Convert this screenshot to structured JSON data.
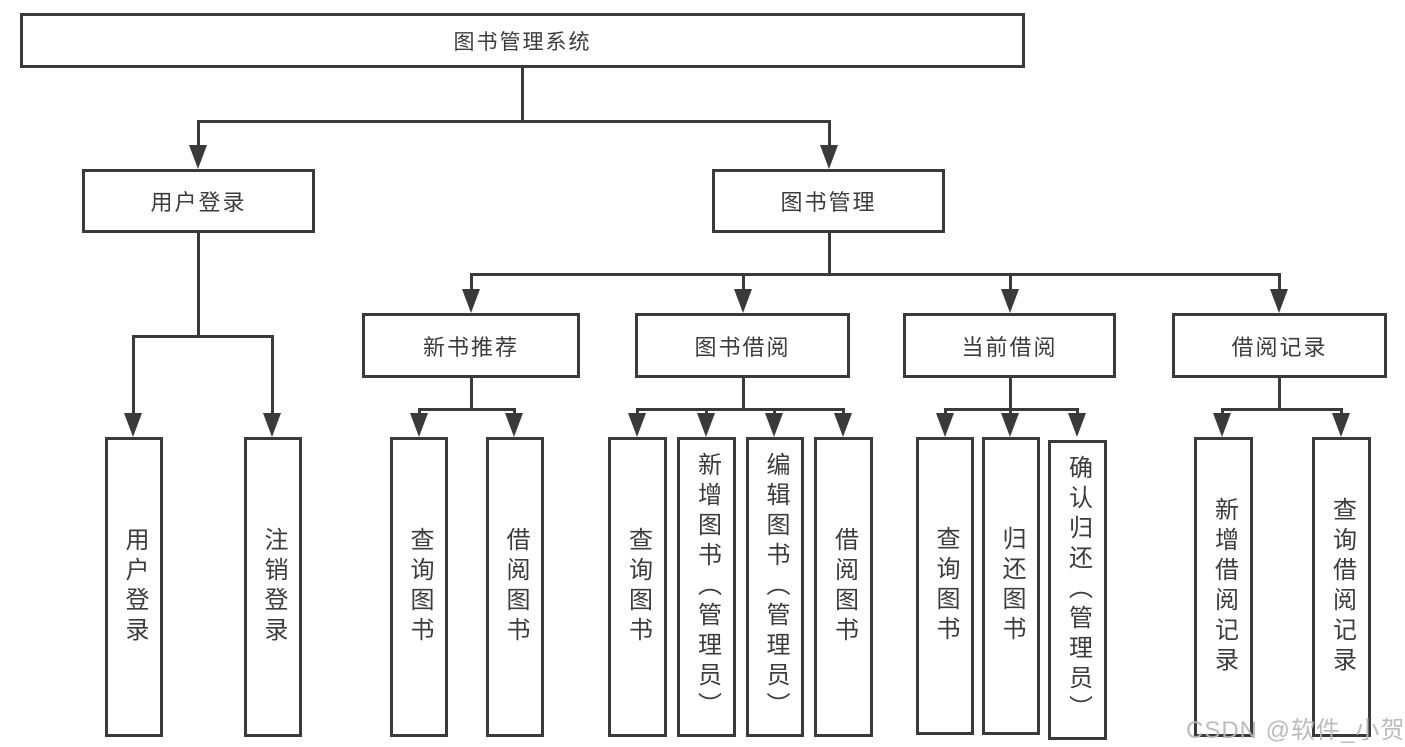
{
  "title": {
    "label": "图书管理系统"
  },
  "branches": {
    "user": {
      "label": "用户登录",
      "children": [
        "用户登录",
        "注销登录"
      ]
    },
    "book": {
      "label": "图书管理",
      "sections": [
        {
          "label": "新书推荐",
          "children": [
            "查询图书",
            "借阅图书"
          ]
        },
        {
          "label": "图书借阅",
          "children": [
            "查询图书",
            "新增图书（管理员）",
            "编辑图书（管理员）",
            "借阅图书"
          ]
        },
        {
          "label": "当前借阅",
          "children": [
            "查询图书",
            "归还图书",
            "确认归还（管理员）"
          ]
        },
        {
          "label": "借阅记录",
          "children": [
            "新增借阅记录",
            "查询借阅记录"
          ]
        }
      ]
    }
  },
  "watermark": {
    "text": "CSDN @软件_小贺同学"
  },
  "colors": {
    "line": "#3a3a3a",
    "text": "#3c3c3c",
    "watermark": "#b8b8b8",
    "background": "#ffffff"
  }
}
